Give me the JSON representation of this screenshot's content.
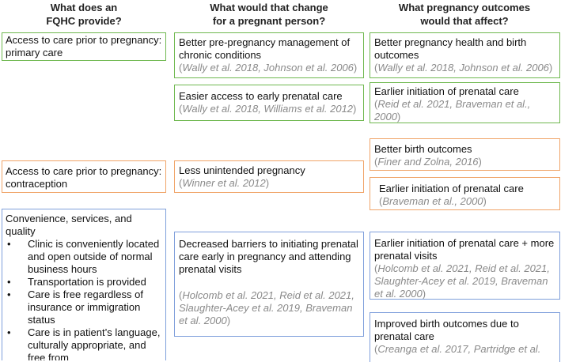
{
  "headers": {
    "col1": [
      "What does an",
      "FQHC provide?"
    ],
    "col2": [
      "What would that change",
      "for a pregnant person?"
    ],
    "col3": [
      "What pregnancy outcomes",
      "would that affect?"
    ]
  },
  "provides": {
    "primary_care": "Access to care prior to pregnancy: primary care",
    "contraception": "Access to care prior to pregnancy: contraception",
    "convenience": {
      "title": "Convenience, services, and quality",
      "bullets": [
        "Clinic is conveniently located and open outside of normal business hours",
        "Transportation is provided",
        "Care is free regardless of insurance or immigration status",
        "Care is in patient’s language, culturally appropriate, and free from"
      ]
    }
  },
  "changes": {
    "chronic": {
      "text": "Better pre-pregnancy management of chronic conditions",
      "cite": "Wally et al. 2018, Johnson et al. 2006"
    },
    "early_access": {
      "text": "Easier access to early prenatal care",
      "cite": "Wally et al. 2018, Williams et al. 2012"
    },
    "unintended": {
      "text": "Less unintended pregnancy",
      "cite": "Winner et al. 2012"
    },
    "barriers": {
      "text": "Decreased barriers to initiating prenatal care early in pregnancy and attending prenatal visits",
      "cite": "Holcomb et al. 2021, Reid et al. 2021, Slaughter-Acey et al. 2019, Braveman et al. 2000"
    }
  },
  "outcomes": {
    "health_birth": {
      "text": "Better pregnancy health and birth outcomes",
      "cite": "Wally et al. 2018, Johnson et al. 2006"
    },
    "earlier_init_1": {
      "text": "Earlier initiation of prenatal care",
      "cite": "Reid et al. 2021, Braveman et al., 2000"
    },
    "better_birth": {
      "text": "Better birth outcomes",
      "cite": "Finer and Zolna, 2016"
    },
    "earlier_init_2": {
      "text": "Earlier initiation of prenatal care",
      "cite": "Braveman et al., 2000"
    },
    "earlier_more_visits": {
      "text": "Earlier initiation of prenatal care + more prenatal visits",
      "cite": "Holcomb et al. 2021, Reid et al. 2021, Slaughter-Acey et al. 2019, Braveman et al. 2000"
    },
    "improved_birth": {
      "text": "Improved birth outcomes due to prenatal care",
      "cite": "Creanga et al. 2017, Partridge et al."
    }
  }
}
